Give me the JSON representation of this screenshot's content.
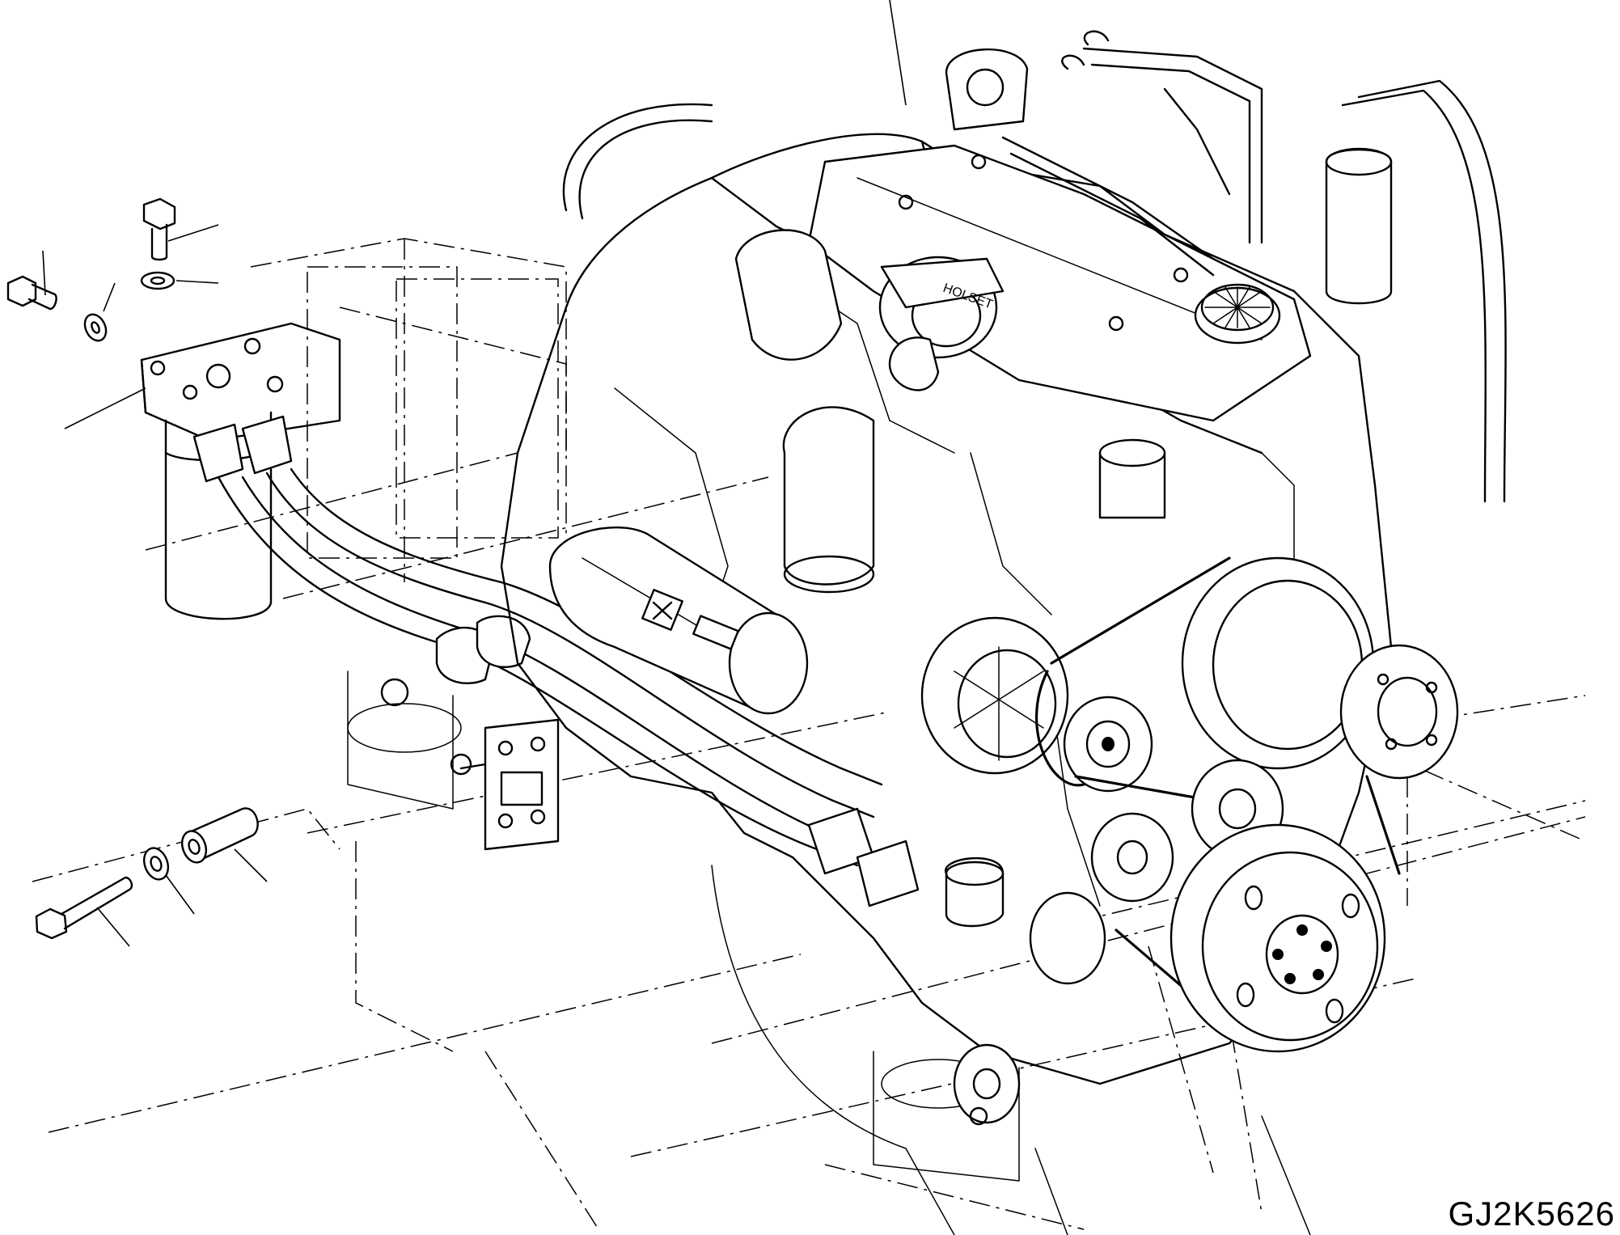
{
  "figure": {
    "id": "GJ2K5626"
  },
  "parts": {
    "turbocharger_brand": "HOLSET"
  },
  "icons": [
    "engine-block-drawing",
    "turbocharger-drawing",
    "starter-motor-drawing",
    "alternator-drawing",
    "crankshaft-pulley-drawing",
    "fan-pulley-drawing",
    "oil-filler-cap-drawing",
    "oil-filter-bracket-drawing",
    "oil-hose-drawing",
    "bolt-icon",
    "washer-icon",
    "spacer-collar-icon"
  ]
}
